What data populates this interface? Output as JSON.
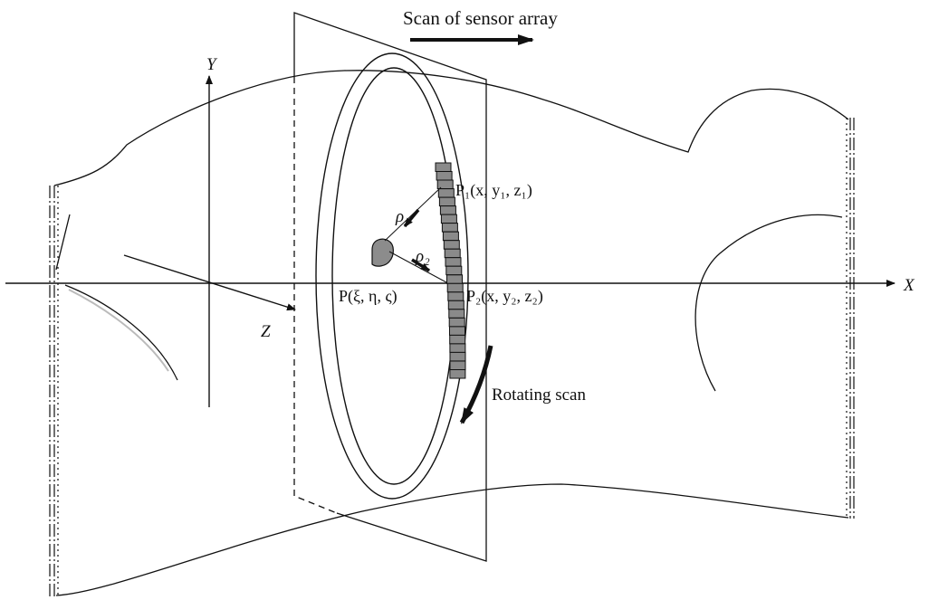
{
  "labels": {
    "scan_sensor": "Scan of sensor array",
    "rotating_scan": "Rotating scan",
    "axis_x": "X",
    "axis_y": "Y",
    "axis_z": "Z",
    "rho1": "ρ₁",
    "rho2": "ρ₂",
    "p_source": "P(ξ, η, ς)",
    "p1": "P₁(x, y₁, z₁)",
    "p2": "P₂(x, y₂, z₂)"
  },
  "colors": {
    "line": "#111111",
    "sensor_fill": "#8a8a8a",
    "object_fill": "#8c8c8c"
  },
  "sensor_elements": 25
}
